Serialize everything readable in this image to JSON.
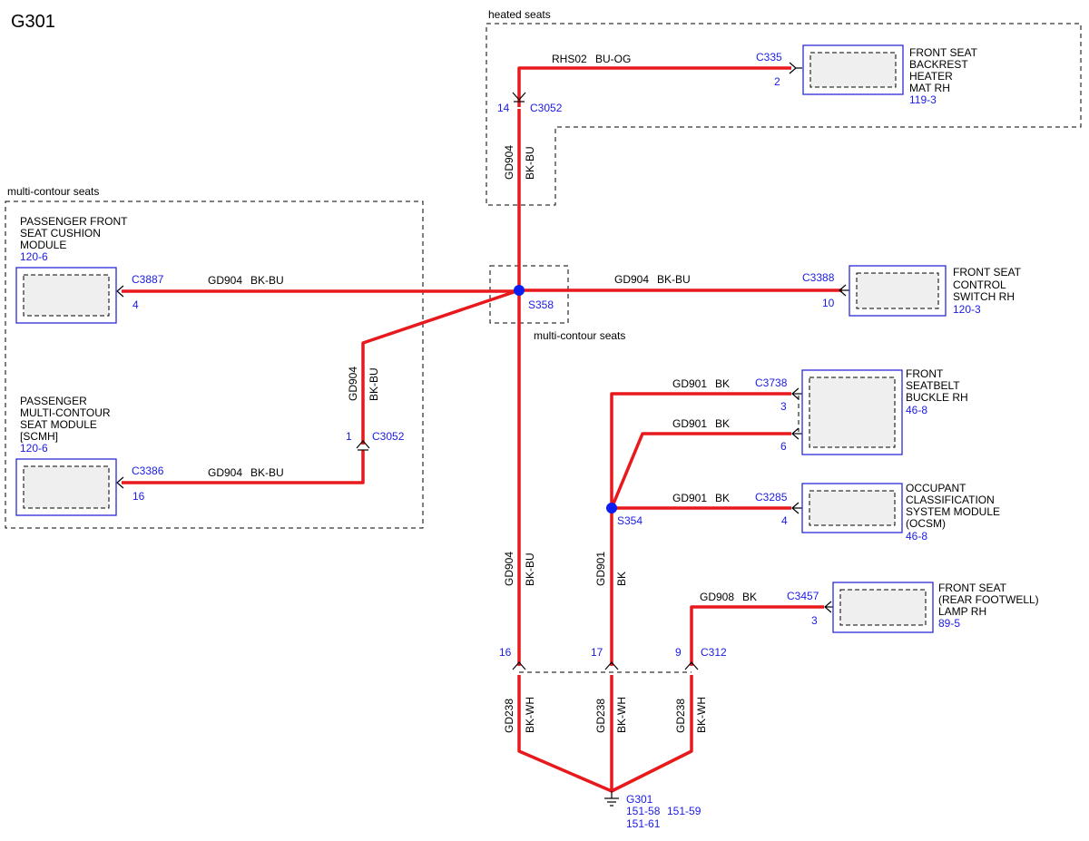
{
  "title": "G301",
  "regions": {
    "heated": "heated seats",
    "multi_left": "multi-contour seats",
    "multi_center": "multi-contour seats"
  },
  "components": {
    "backrest_heater": {
      "name": [
        "FRONT SEAT",
        "BACKREST",
        "HEATER",
        "MAT RH"
      ],
      "ref": "119-3",
      "connector": "C335",
      "pin": "2"
    },
    "cushion_module": {
      "name": [
        "PASSENGER FRONT",
        "SEAT CUSHION",
        "MODULE"
      ],
      "ref": "120-6",
      "connector": "C3887",
      "pin": "4"
    },
    "scmh": {
      "name": [
        "PASSENGER",
        "MULTI-CONTOUR",
        "SEAT MODULE",
        "[SCMH]"
      ],
      "ref": "120-6",
      "connector": "C3386",
      "pin": "16"
    },
    "control_switch": {
      "name": [
        "FRONT SEAT",
        "CONTROL",
        "SWITCH RH"
      ],
      "ref": "120-3",
      "connector": "C3388",
      "pin": "10"
    },
    "seatbelt_buckle": {
      "name": [
        "FRONT",
        "SEATBELT",
        "BUCKLE RH"
      ],
      "ref": "46-8",
      "connector": "C3738",
      "pin_a": "3",
      "pin_b": "6"
    },
    "ocsm": {
      "name": [
        "OCCUPANT",
        "CLASSIFICATION",
        "SYSTEM MODULE",
        "(OCSM)"
      ],
      "ref": "46-8",
      "connector": "C3285",
      "pin": "4"
    },
    "footwell_lamp": {
      "name": [
        "FRONT SEAT",
        "(REAR FOOTWELL)",
        "LAMP RH"
      ],
      "ref": "89-5",
      "connector": "C3457",
      "pin": "3"
    }
  },
  "connectors": {
    "c3052_top": {
      "name": "C3052",
      "pin": "14"
    },
    "c3052_left": {
      "name": "C3052",
      "pin": "1"
    },
    "c312": {
      "name": "C312",
      "pin_a": "16",
      "pin_b": "17",
      "pin_c": "9"
    }
  },
  "splices": {
    "s358": "S358",
    "s354": "S354"
  },
  "wires": {
    "rhs02": {
      "circuit": "RHS02",
      "color": "BU-OG"
    },
    "gd904_top": {
      "circuit": "GD904",
      "color": "BK-BU"
    },
    "gd904_left": {
      "circuit": "GD904",
      "color": "BK-BU"
    },
    "gd904_right": {
      "circuit": "GD904",
      "color": "BK-BU"
    },
    "gd904_riser": {
      "circuit": "GD904",
      "color": "BK-BU"
    },
    "gd904_scmh": {
      "circuit": "GD904",
      "color": "BK-BU"
    },
    "gd904_down": {
      "circuit": "GD904",
      "color": "BK-BU"
    },
    "gd901_a": {
      "circuit": "GD901",
      "color": "BK"
    },
    "gd901_b": {
      "circuit": "GD901",
      "color": "BK"
    },
    "gd901_c": {
      "circuit": "GD901",
      "color": "BK"
    },
    "gd901_down": {
      "circuit": "GD901",
      "color": "BK"
    },
    "gd908": {
      "circuit": "GD908",
      "color": "BK"
    },
    "gd238_a": {
      "circuit": "GD238",
      "color": "BK-WH"
    },
    "gd238_b": {
      "circuit": "GD238",
      "color": "BK-WH"
    },
    "gd238_c": {
      "circuit": "GD238",
      "color": "BK-WH"
    }
  },
  "ground": {
    "name": "G301",
    "refs": [
      "151-58",
      "151-59",
      "151-61"
    ]
  },
  "colors": {
    "wire": "#e8191c",
    "reference": "#1a1ae6",
    "splice": "#0d1ef0",
    "component_border": "#2a2ad6"
  }
}
